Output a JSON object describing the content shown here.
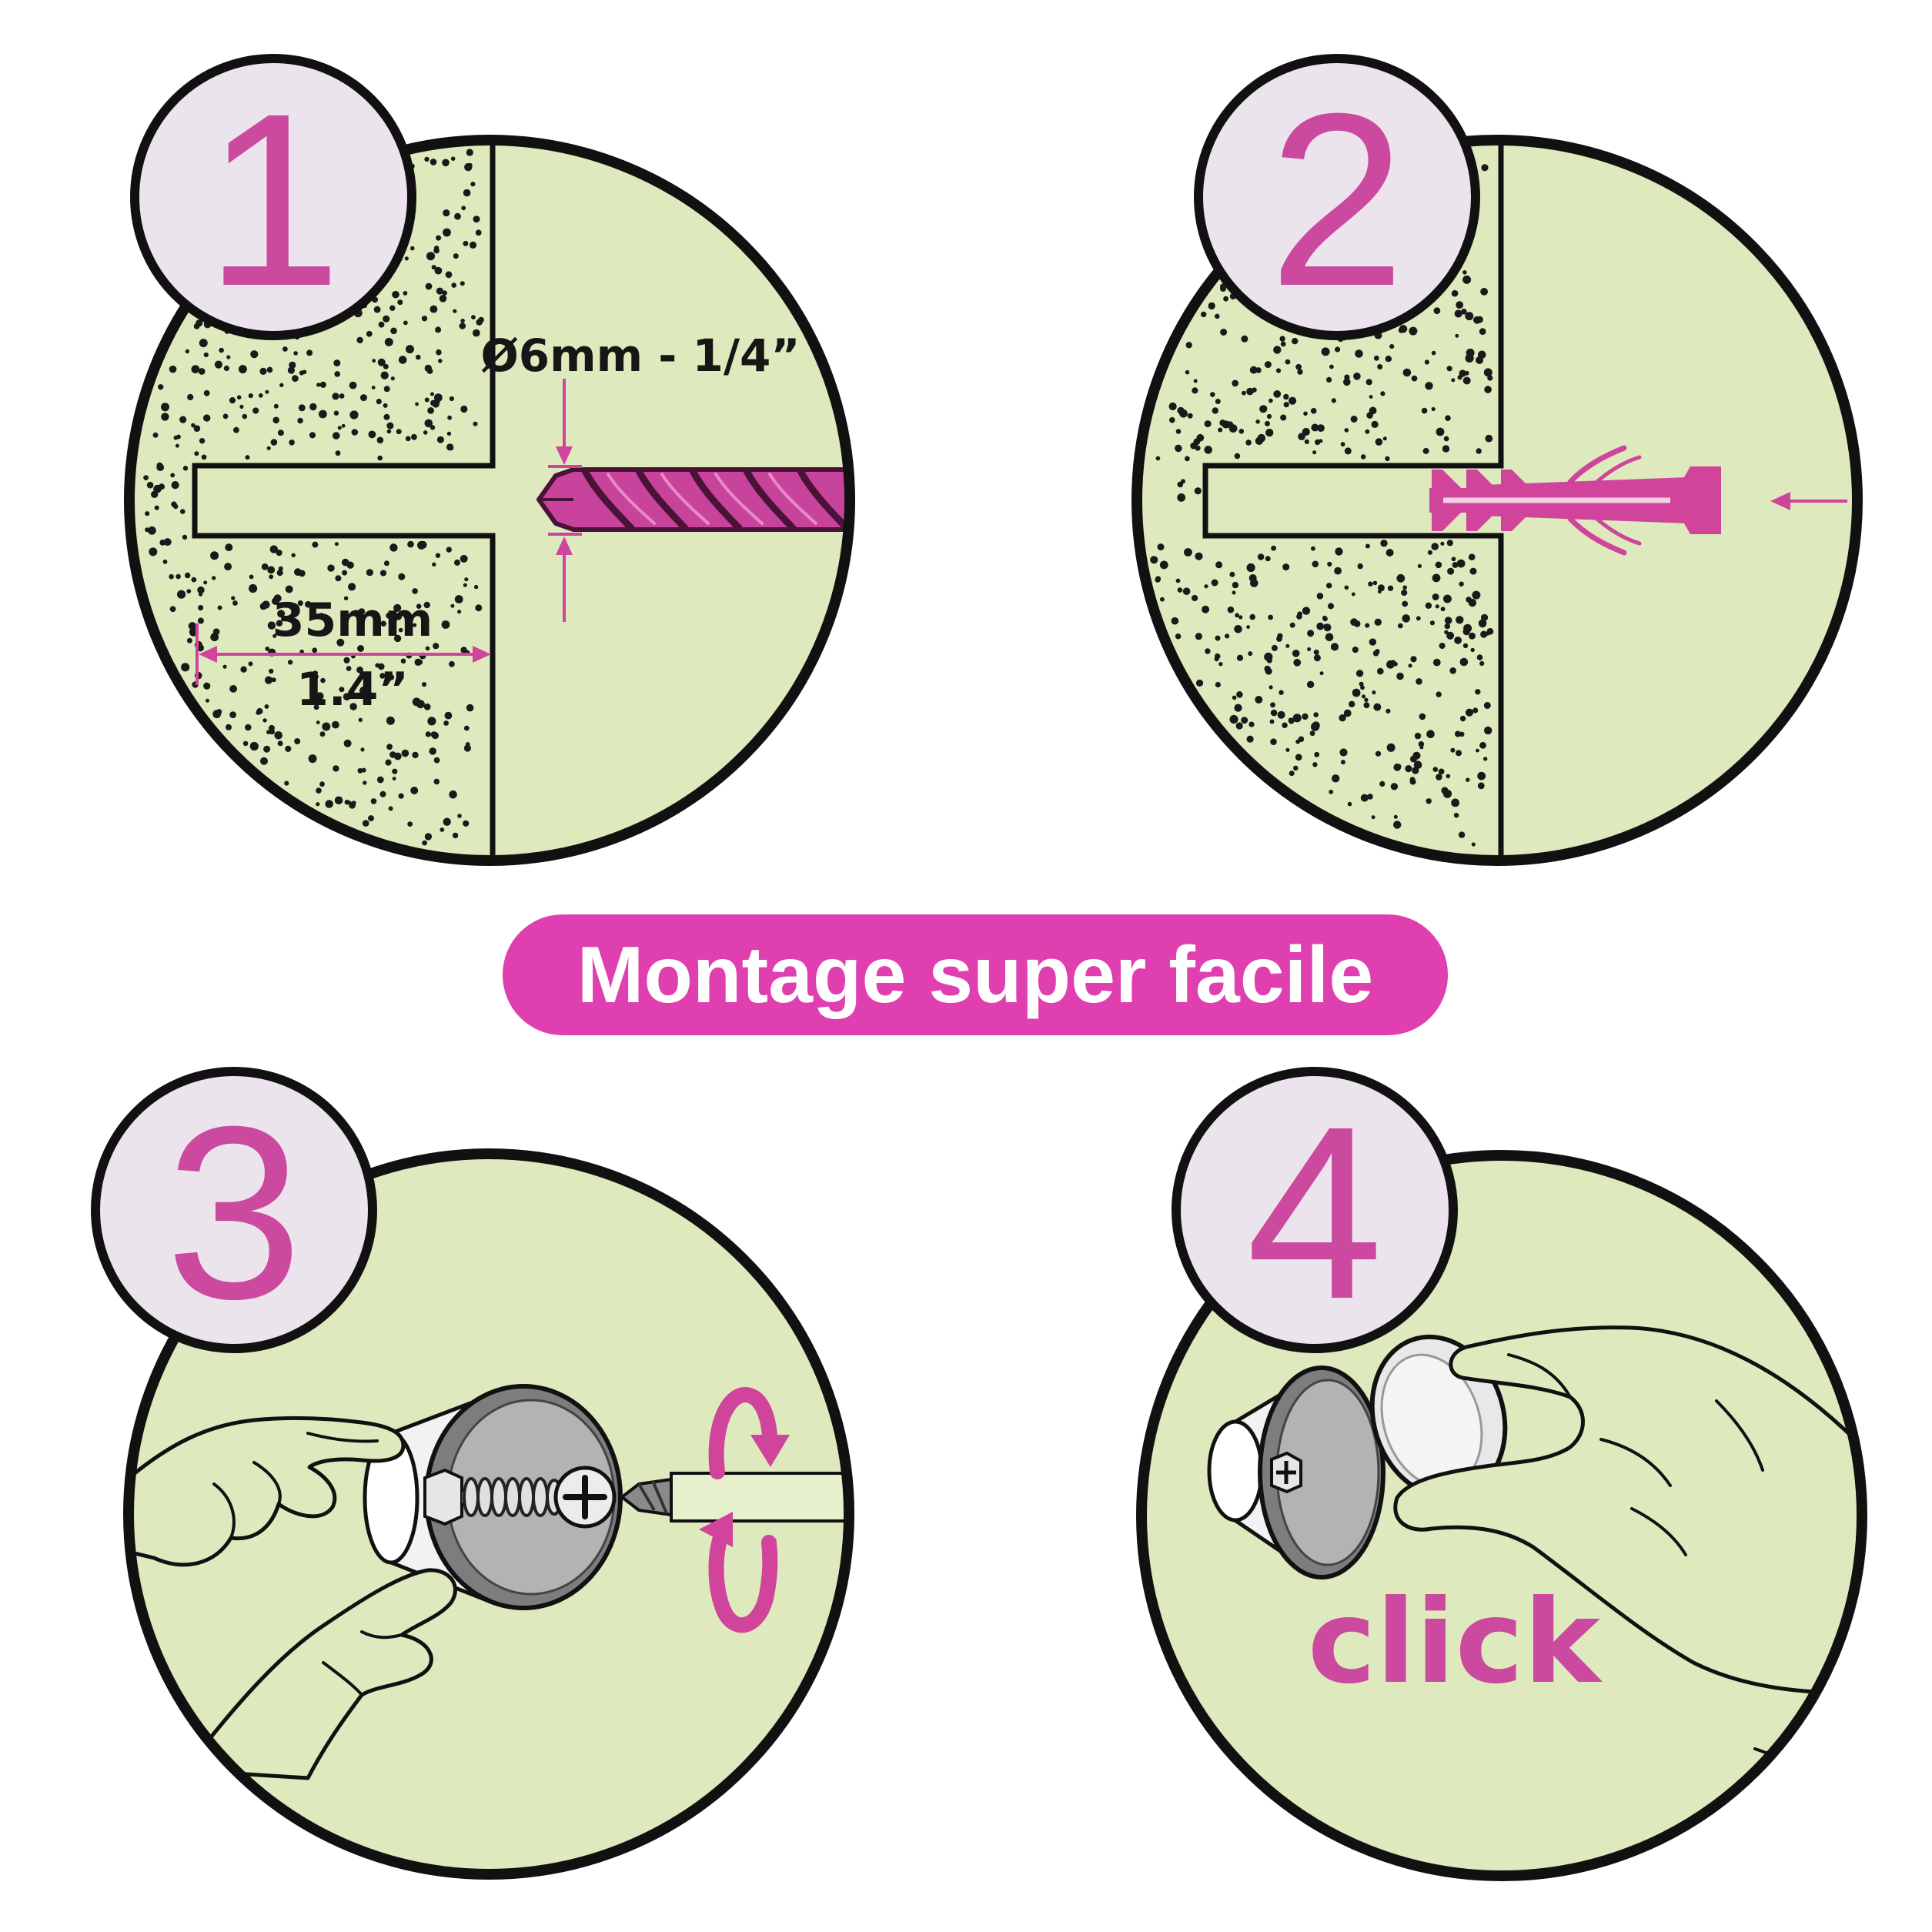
{
  "title": "Montage super facile",
  "steps": [
    {
      "number": "1",
      "diameter_label": "Ø6mm - 1/4”",
      "depth_label_metric": "35mm",
      "depth_label_imperial": "1.4”"
    },
    {
      "number": "2"
    },
    {
      "number": "3"
    },
    {
      "number": "4",
      "caption": "click"
    }
  ],
  "colors": {
    "accent_pink": "#d0449c",
    "title_pill": "#e03fb0",
    "panel_green": "#deeabd",
    "badge_fill": "#ece4ec",
    "outline": "#111111"
  },
  "icons": [
    "drill-bit-icon",
    "wall-plug-icon",
    "screw-icon",
    "screwdriver-icon",
    "rotation-arrow-icon",
    "hand-icon",
    "knob-icon"
  ]
}
